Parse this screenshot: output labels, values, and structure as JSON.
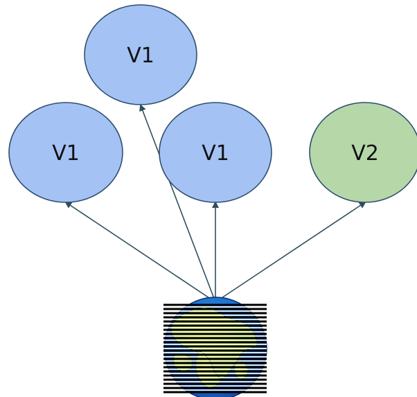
{
  "diagram": {
    "nodes": [
      {
        "id": "top",
        "label": "V1",
        "fill": "#a4c2f4",
        "stroke": "#2f4f6f"
      },
      {
        "id": "left",
        "label": "V1",
        "fill": "#a4c2f4",
        "stroke": "#2f4f6f"
      },
      {
        "id": "mid",
        "label": "V1",
        "fill": "#a4c2f4",
        "stroke": "#2f4f6f"
      },
      {
        "id": "right",
        "label": "V2",
        "fill": "#b6d7a8",
        "stroke": "#2f4f6f"
      }
    ],
    "edges": [
      {
        "from": "globe",
        "to": "left"
      },
      {
        "from": "globe",
        "to": "top"
      },
      {
        "from": "globe",
        "to": "mid"
      },
      {
        "from": "globe",
        "to": "right"
      }
    ],
    "source_icon": "earth-globe-icon",
    "edge_color": "#2f4f5f"
  }
}
